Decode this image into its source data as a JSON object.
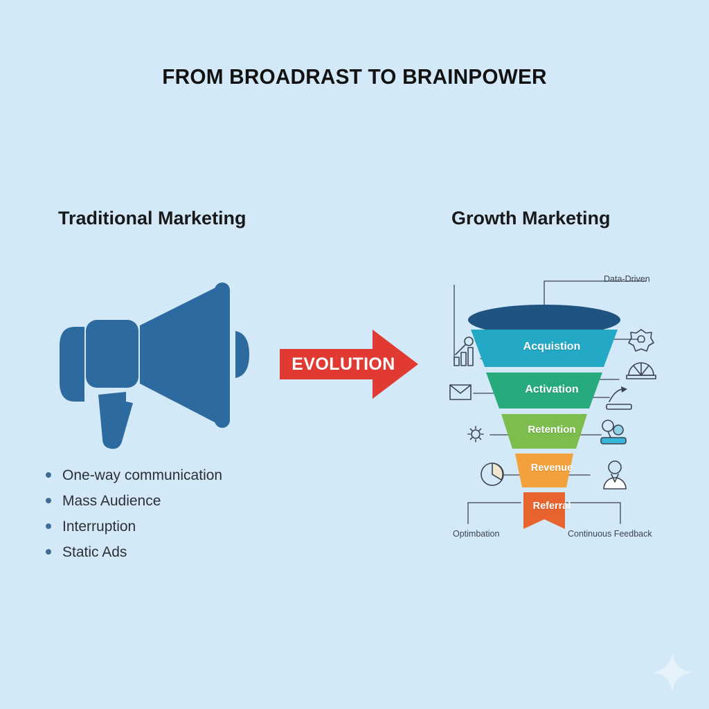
{
  "page": {
    "title": "FROM BROADRAST TO BRAINPOWER",
    "background_color": "#d4e9f7"
  },
  "left_column": {
    "heading": "Traditional Marketing",
    "icon": "megaphone-icon",
    "icon_color": "#2d6a9f",
    "bullets": [
      "One-way communication",
      "Mass Audience",
      "Interruption",
      "Static Ads"
    ]
  },
  "connector": {
    "label": "EVOLUTION",
    "color": "#e03a32",
    "direction": "right"
  },
  "right_column": {
    "heading": "Growth Marketing",
    "funnel": {
      "rim_color": "#1f5480",
      "stages": [
        {
          "label": "Acquistion",
          "color": "#23a8c6"
        },
        {
          "label": "Activation",
          "color": "#27ab7d"
        },
        {
          "label": "Retention",
          "color": "#7cbd4d"
        },
        {
          "label": "Revenue",
          "color": "#f2a13c"
        },
        {
          "label": "Referral",
          "color": "#e8642e"
        }
      ]
    },
    "annotations": [
      {
        "text": "Data-Driven",
        "position": "top-right"
      },
      {
        "text": "Optimbation",
        "position": "bottom-left"
      },
      {
        "text": "Continuous Feedback",
        "position": "bottom-right"
      }
    ],
    "icons": [
      {
        "name": "growth-chart-icon",
        "side": "left"
      },
      {
        "name": "envelope-icon",
        "side": "left"
      },
      {
        "name": "sun-gear-icon",
        "side": "left"
      },
      {
        "name": "pie-chart-icon",
        "side": "left"
      },
      {
        "name": "badge-star-icon",
        "side": "right"
      },
      {
        "name": "fan-book-icon",
        "side": "right"
      },
      {
        "name": "arrow-growth-icon",
        "side": "right"
      },
      {
        "name": "team-people-icon",
        "side": "right"
      },
      {
        "name": "person-user-icon",
        "side": "right"
      }
    ]
  },
  "watermark": {
    "icon": "sparkle-icon"
  }
}
